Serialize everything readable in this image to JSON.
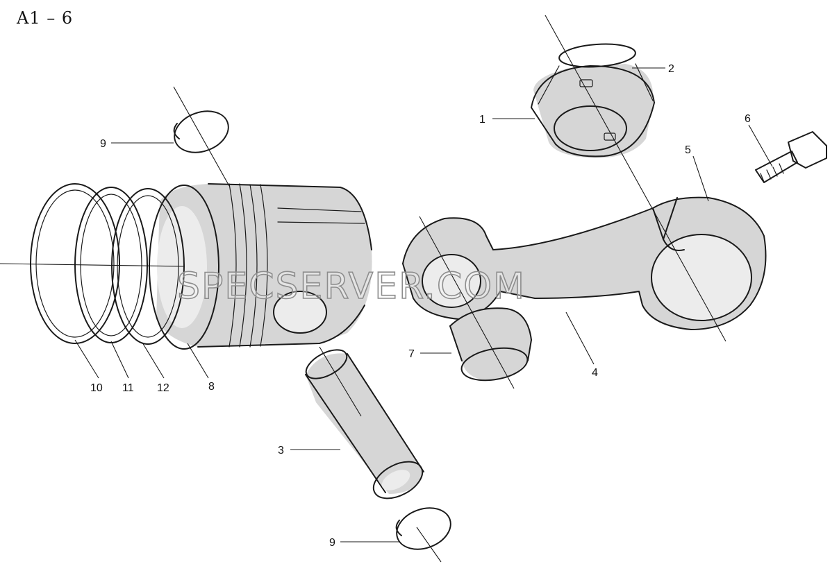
{
  "title": "A1 – 6",
  "watermark": "SPECSERVER.COM",
  "callouts": [
    "1",
    "2",
    "3",
    "4",
    "5",
    "6",
    "7",
    "8",
    "9",
    "9",
    "10",
    "11",
    "12"
  ],
  "colors": {
    "ink": "#1a1a1a",
    "shade": "#d6d6d6",
    "watermark_stroke": "#8d8d8d"
  }
}
